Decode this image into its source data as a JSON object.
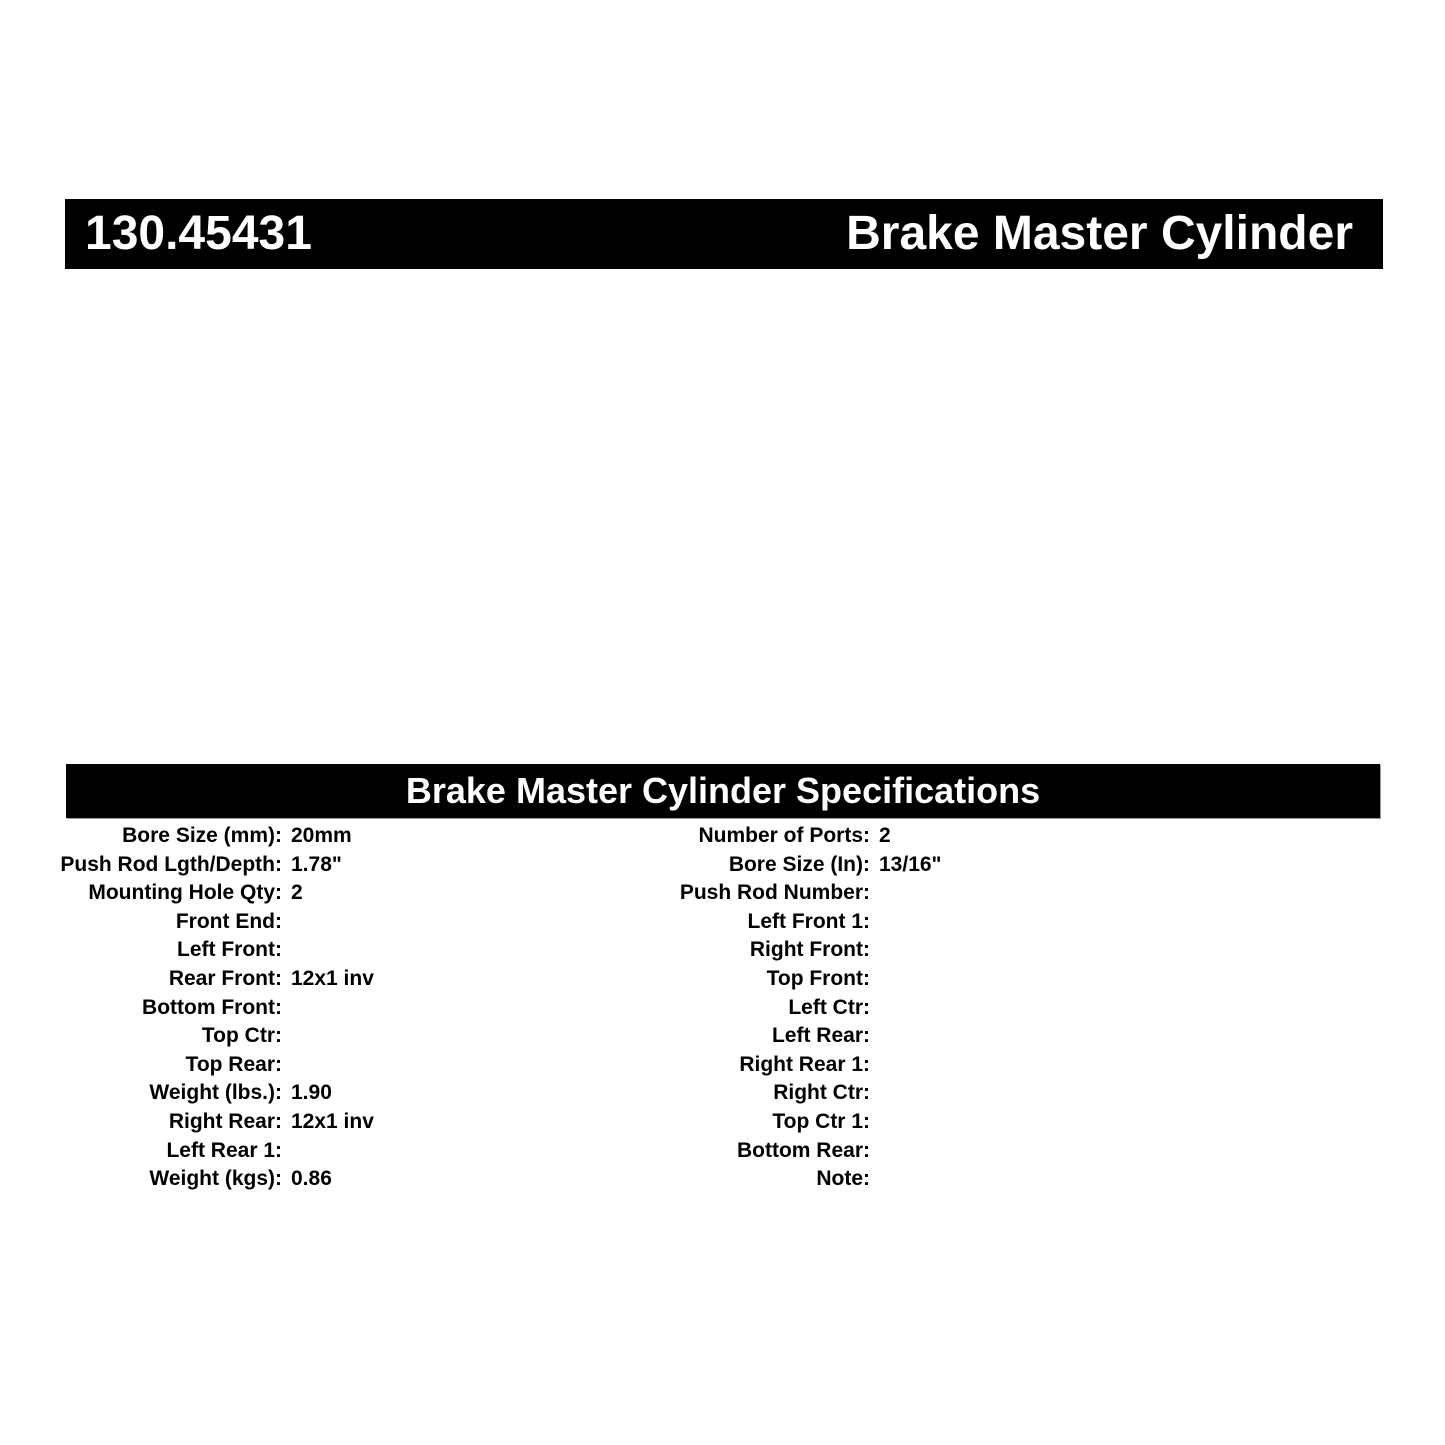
{
  "header": {
    "part_number": "130.45431",
    "product_name": "Brake Master Cylinder"
  },
  "specs": {
    "title": "Brake Master Cylinder Specifications",
    "left_column": [
      {
        "label": "Bore Size (mm):",
        "value": "20mm"
      },
      {
        "label": "Push Rod Lgth/Depth:",
        "value": "1.78\""
      },
      {
        "label": "Mounting Hole Qty:",
        "value": "2"
      },
      {
        "label": "Front End:",
        "value": ""
      },
      {
        "label": "Left Front:",
        "value": ""
      },
      {
        "label": "Rear Front:",
        "value": "12x1 inv"
      },
      {
        "label": "Bottom Front:",
        "value": ""
      },
      {
        "label": "Top Ctr:",
        "value": ""
      },
      {
        "label": "Top Rear:",
        "value": ""
      },
      {
        "label": "Weight (lbs.):",
        "value": "1.90"
      },
      {
        "label": "Right Rear:",
        "value": "12x1 inv"
      },
      {
        "label": "Left Rear 1:",
        "value": ""
      },
      {
        "label": "Weight (kgs):",
        "value": "0.86"
      }
    ],
    "right_column": [
      {
        "label": "Number of Ports:",
        "value": "2"
      },
      {
        "label": "Bore Size (In):",
        "value": "13/16\""
      },
      {
        "label": "Push Rod Number:",
        "value": ""
      },
      {
        "label": "Left Front 1:",
        "value": ""
      },
      {
        "label": "Right Front:",
        "value": ""
      },
      {
        "label": "Top Front:",
        "value": ""
      },
      {
        "label": "Left Ctr:",
        "value": ""
      },
      {
        "label": "Left Rear:",
        "value": ""
      },
      {
        "label": "Right Rear 1:",
        "value": ""
      },
      {
        "label": "Right Ctr:",
        "value": ""
      },
      {
        "label": "Top Ctr 1:",
        "value": ""
      },
      {
        "label": "Bottom Rear:",
        "value": ""
      },
      {
        "label": "Note:",
        "value": ""
      }
    ]
  },
  "colors": {
    "bar_background": "#000000",
    "bar_text": "#ffffff",
    "spec_text": "#000000",
    "page_background": "#ffffff"
  }
}
